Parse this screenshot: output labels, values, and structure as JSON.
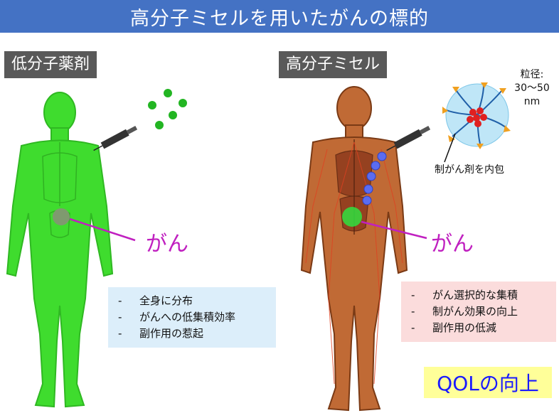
{
  "title": "高分子ミセルを用いたがんの標的",
  "left": {
    "tag": "低分子薬剤",
    "cancer_label": "がん",
    "bullets": [
      "全身に分布",
      "がんへの低集積効率",
      "副作用の惹起"
    ]
  },
  "right": {
    "tag": "高分子ミセル",
    "cancer_label": "がん",
    "particle_size_line1": "粒径:",
    "particle_size_line2": "30〜50",
    "particle_size_unit": "nm",
    "encapsulation_label": "制がん剤を内包",
    "bullets": [
      "がん選択的な集積",
      "制がん効果の向上",
      "副作用の低減"
    ]
  },
  "qol_label": "QOLの向上",
  "bullet_dash": "-",
  "colors": {
    "title_bar": "#4472c4",
    "tag_bg": "#595959",
    "green_body": "#3fdc2e",
    "brown_body": "#c06a35",
    "cancer_text": "#c020c0",
    "left_box": "#dceefa",
    "right_box": "#fbdcdc",
    "qol_bg": "#ffff99",
    "qol_text": "#1a1aff"
  }
}
